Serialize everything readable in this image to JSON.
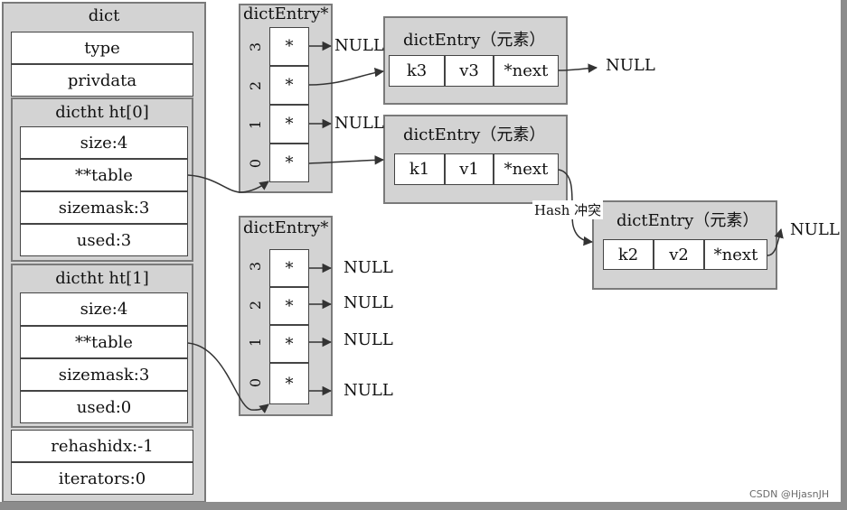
{
  "dict": {
    "title": "dict",
    "type": "type",
    "privdata": "privdata",
    "rehashidx": "rehashidx:-1",
    "iterators": "iterators:0"
  },
  "ht0": {
    "title": "dictht ht[0]",
    "size": "size:4",
    "table": "**table",
    "sizemask": "sizemask:3",
    "used": "used:3"
  },
  "ht1": {
    "title": "dictht ht[1]",
    "size": "size:4",
    "table": "**table",
    "sizemask": "sizemask:3",
    "used": "used:0"
  },
  "table0": {
    "header": "dictEntry*",
    "indices": [
      "3",
      "2",
      "1",
      "0"
    ],
    "cell": "*"
  },
  "table1": {
    "header": "dictEntry*",
    "indices": [
      "3",
      "2",
      "1",
      "0"
    ],
    "cell": "*"
  },
  "null_label": "NULL",
  "entries": {
    "e1": {
      "title": "dictEntry（元素）",
      "key": "k3",
      "val": "v3",
      "next": "*next"
    },
    "e2": {
      "title": "dictEntry（元素）",
      "key": "k1",
      "val": "v1",
      "next": "*next"
    },
    "e3": {
      "title": "dictEntry（元素）",
      "key": "k2",
      "val": "v2",
      "next": "*next"
    }
  },
  "collision_label": "Hash 冲突",
  "watermark": "CSDN @HjasnJH"
}
